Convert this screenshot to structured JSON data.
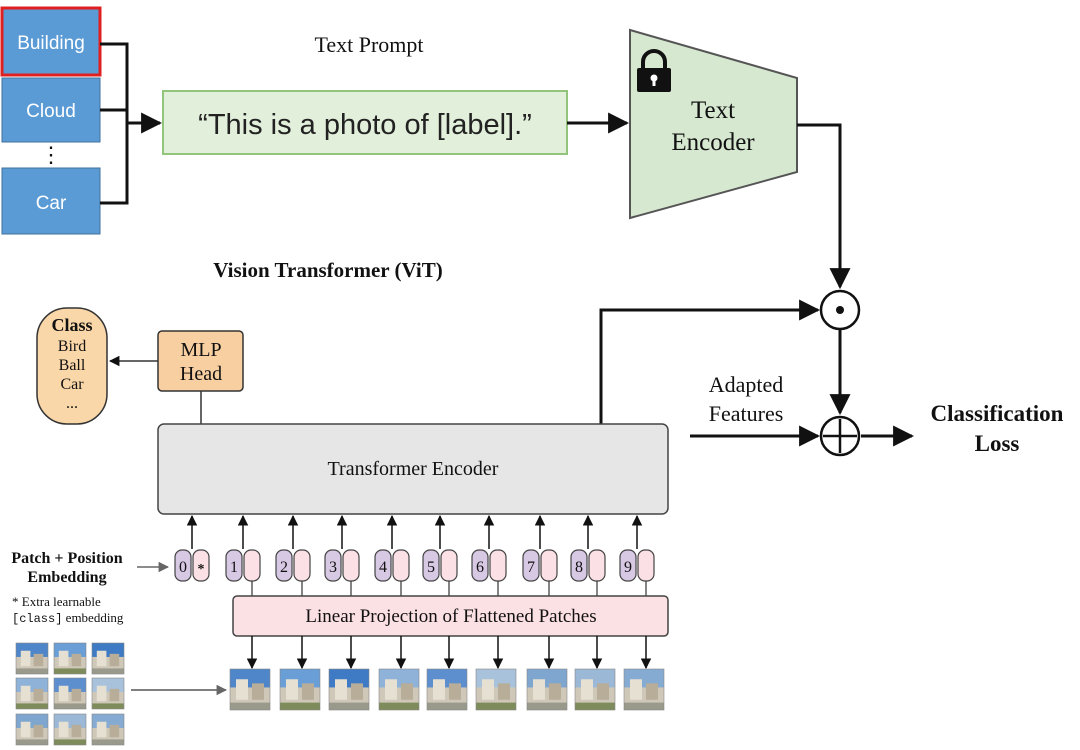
{
  "colors": {
    "label_fill": "#5b9bd5",
    "label_stroke": "#41719c",
    "label_selected_border": "#e02020",
    "prompt_fill": "#e2efda",
    "prompt_stroke": "#92c47c",
    "encoder_fill": "#d7e8d0",
    "mlp_fill": "#f8cfa0",
    "class_fill": "#fad7a8",
    "transformer_fill": "#e6e6e6",
    "projection_fill": "#fbe0e4",
    "token_purple": "#d7c8e4",
    "token_pink": "#fbe0e6"
  },
  "labels": {
    "items": [
      "Building",
      "Cloud",
      "Car"
    ],
    "ellipsis": "⋮"
  },
  "text_prompt": {
    "title": "Text Prompt",
    "template": "“This is a photo of [label].”"
  },
  "text_encoder": {
    "line1": "Text",
    "line2": "Encoder",
    "icon": "lock-icon"
  },
  "vit": {
    "title": "Vision Transformer (ViT)",
    "transformer_encoder": "Transformer Encoder",
    "mlp_line1": "MLP",
    "mlp_line2": "Head",
    "class_title": "Class",
    "class_items": [
      "Bird",
      "Ball",
      "Car",
      "..."
    ],
    "patch_line1": "Patch + Position",
    "patch_line2": "Embedding",
    "extra_line1": "* Extra learnable",
    "extra_line2_code": "[class]",
    "extra_line2_rest": " embedding",
    "linear_projection": "Linear Projection of Flattened Patches",
    "tokens": [
      "0",
      "1",
      "2",
      "3",
      "4",
      "5",
      "6",
      "7",
      "8",
      "9"
    ],
    "class_token_mark": "*"
  },
  "fusion": {
    "dot_symbol": "⊙",
    "plus_symbol": "⊕",
    "adapted_line1": "Adapted",
    "adapted_line2": "Features",
    "loss_line1": "Classification",
    "loss_line2": "Loss"
  },
  "patches": {
    "grid_count": 9,
    "row_count": 9
  }
}
